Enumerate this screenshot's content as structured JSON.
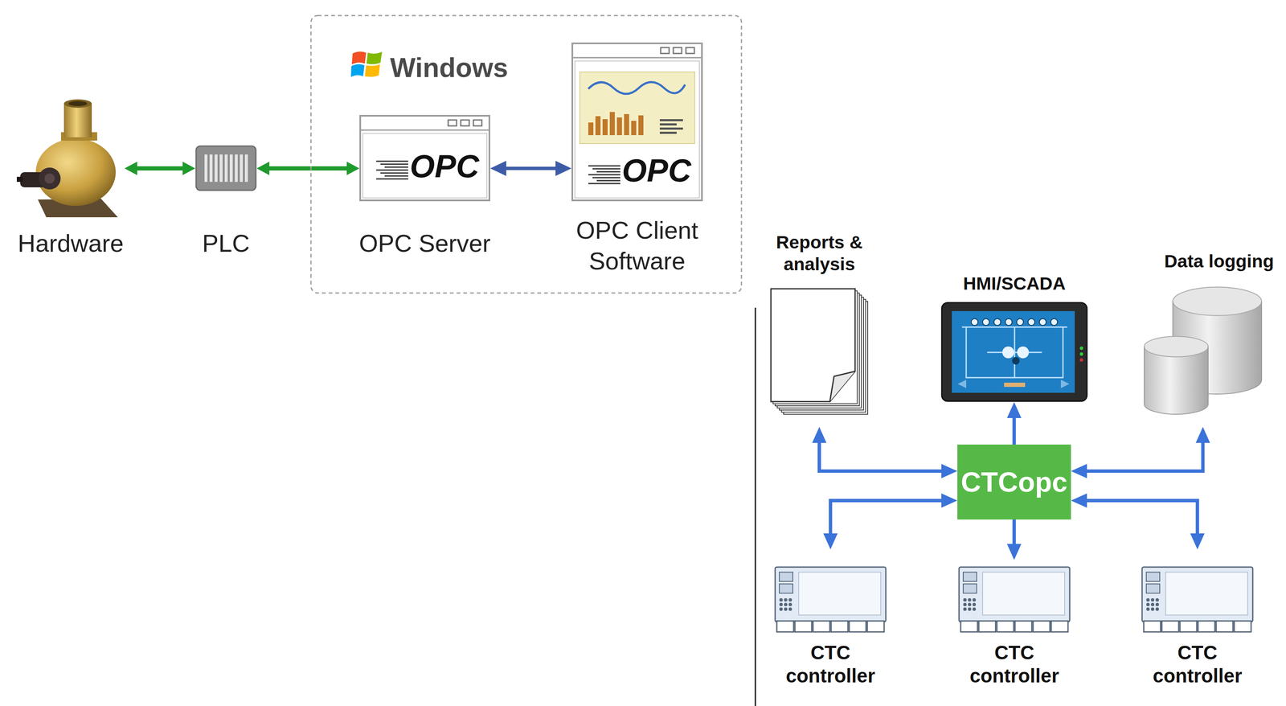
{
  "diagram": {
    "nodes": [
      {
        "text": [
          "Hardware"
        ]
      },
      {
        "text": [
          "PLC"
        ]
      },
      {
        "text": [
          "Windows"
        ]
      },
      {
        "text": [
          "OPC",
          "OPC Server"
        ],
        "in": 2
      },
      {
        "text": [
          "OPC",
          "OPC Client Software"
        ],
        "in": 2
      },
      {
        "text": [
          "Reports & analysis"
        ]
      },
      {
        "text": [
          "HMI/SCADA"
        ]
      },
      {
        "text": [
          "Data logging"
        ]
      },
      {
        "text": [
          "CTCopc"
        ]
      },
      {
        "text": [
          "CTC controller"
        ]
      },
      {
        "text": [
          "CTC controller"
        ]
      },
      {
        "text": [
          "CTC controller"
        ]
      }
    ],
    "edges": [
      {
        "from": 0,
        "to": 1,
        "arrow": "both"
      },
      {
        "from": 1,
        "to": 3,
        "arrow": "both"
      },
      {
        "from": 3,
        "to": 4,
        "arrow": "both"
      },
      {
        "from": 5,
        "to": 8,
        "arrow": "both"
      },
      {
        "from": 8,
        "to": 9,
        "arrow": "both"
      },
      {
        "from": 8,
        "to": 6,
        "arrow": "to"
      },
      {
        "from": 8,
        "to": 10,
        "arrow": "to"
      },
      {
        "from": 8,
        "to": 7,
        "arrow": "both"
      },
      {
        "from": 8,
        "to": 11,
        "arrow": "both"
      }
    ]
  }
}
